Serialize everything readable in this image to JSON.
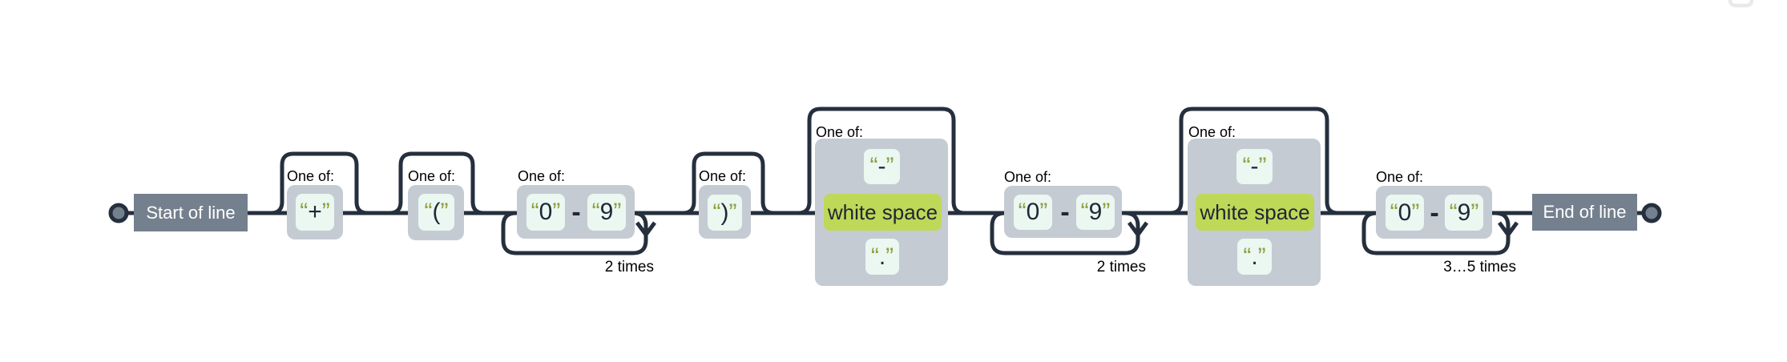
{
  "diagram_type": "regex-railroad-diagram",
  "quotes": {
    "open": "“",
    "close": "”"
  },
  "terminals": {
    "start": "Start of line",
    "end": "End of line"
  },
  "groups": {
    "plus": {
      "label": "One of:",
      "char": "+"
    },
    "open_paren": {
      "label": "One of:",
      "char": "("
    },
    "digits1": {
      "label": "One of:",
      "from": "0",
      "sep": "-",
      "to": "9",
      "repeat": "2 times"
    },
    "close_paren": {
      "label": "One of:",
      "char": ")"
    },
    "separator1": {
      "label": "One of:",
      "dash": "-",
      "space": "white space",
      "dot": "."
    },
    "digits2": {
      "label": "One of:",
      "from": "0",
      "sep": "-",
      "to": "9",
      "repeat": "2 times"
    },
    "separator2": {
      "label": "One of:",
      "dash": "-",
      "space": "white space",
      "dot": "."
    },
    "digits3": {
      "label": "One of:",
      "from": "0",
      "sep": "-",
      "to": "9",
      "repeat": "3…5 times"
    }
  },
  "colors": {
    "line": "#252f3d",
    "terminal_box": "#75808e",
    "class_container": "#c5cbd3",
    "char_box": "#ebf7f1",
    "whitespace_box": "#bed858",
    "quote_marks": "#8f9e3f",
    "char_text": "#1e2936",
    "label_text": "#000000",
    "background": "#ffffff"
  }
}
